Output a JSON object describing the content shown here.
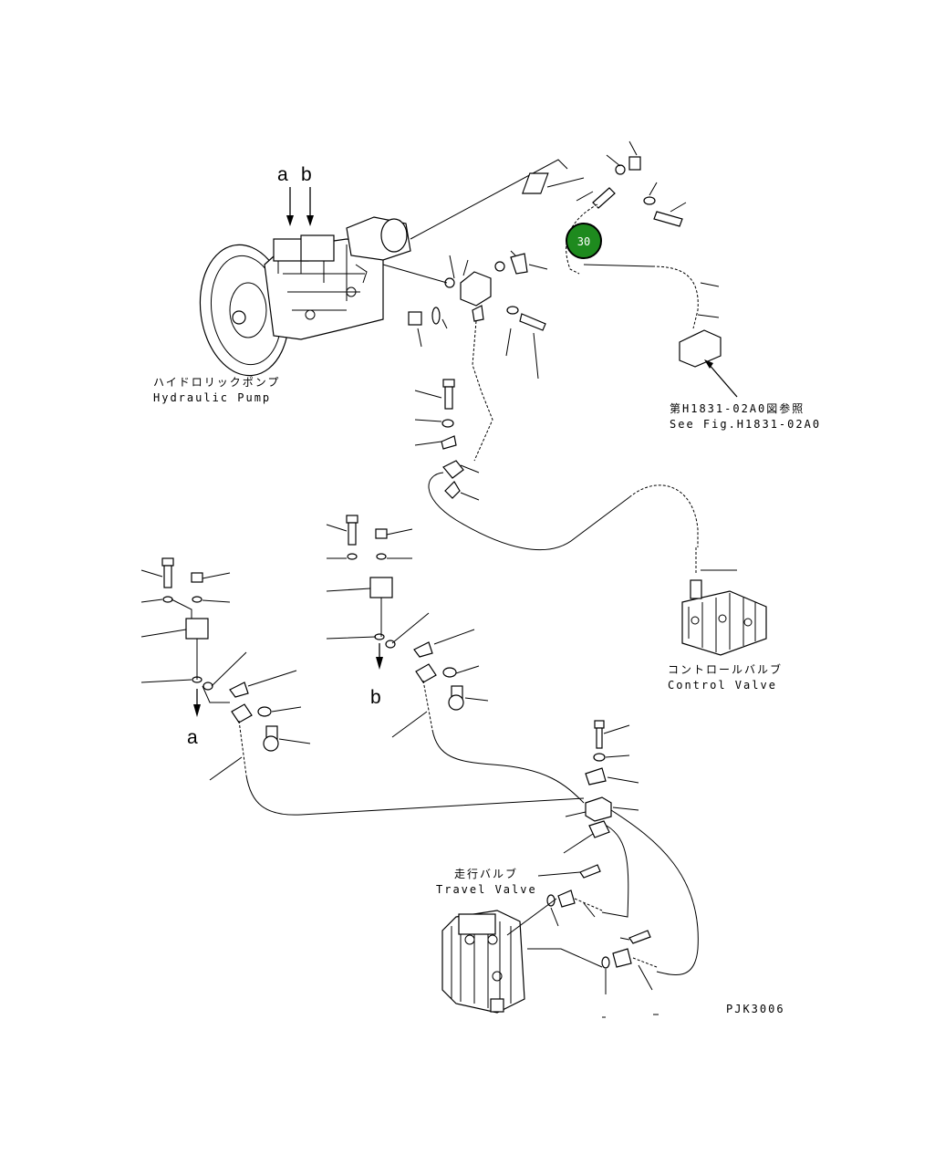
{
  "diagram": {
    "drawing_id": "PJK3006",
    "arrow_a": "a",
    "arrow_b": "b",
    "hydraulic_pump": {
      "jp": "ハイドロリックポンプ",
      "en": "Hydraulic Pump"
    },
    "control_valve": {
      "jp": "コントロールバルブ",
      "en": "Control Valve"
    },
    "travel_valve": {
      "jp": "走行バルブ",
      "en": "Travel Valve"
    },
    "see_fig": {
      "jp": "第H1831-02A0図参照",
      "en": "See Fig.H1831-02A0"
    },
    "callout_badge": {
      "number": "30",
      "color": "#1e8a1e"
    }
  }
}
